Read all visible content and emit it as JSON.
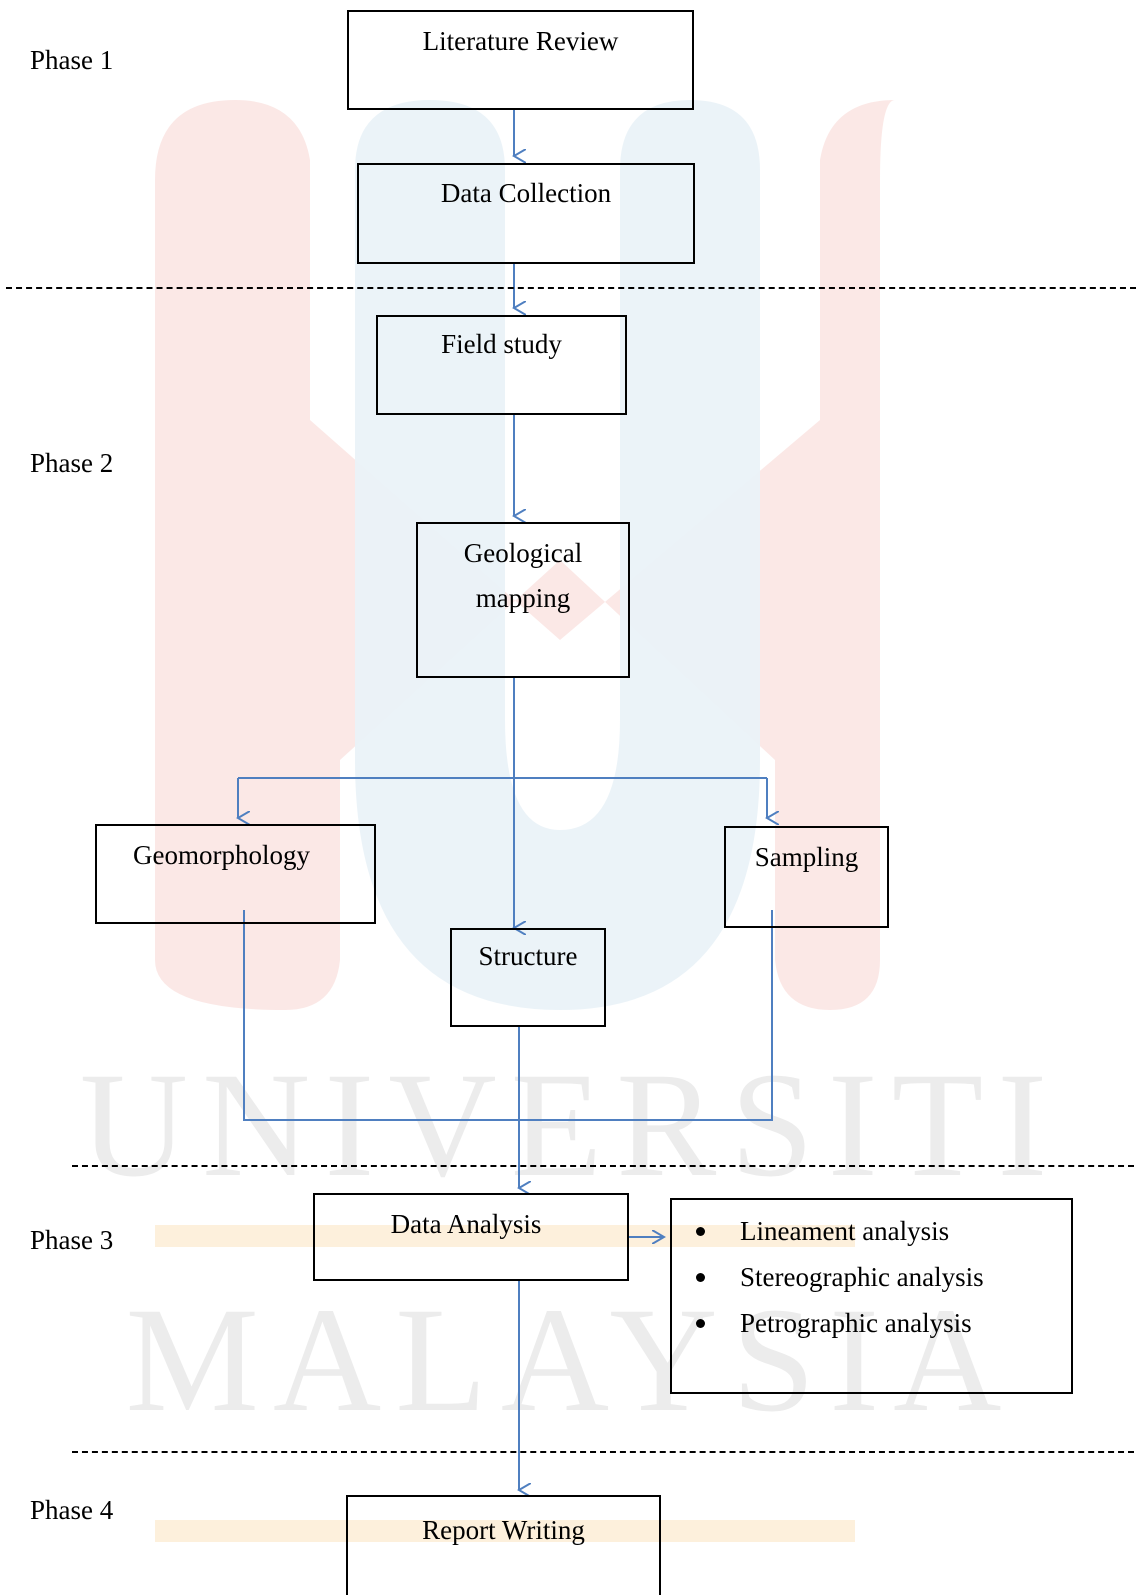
{
  "phases": {
    "p1": "Phase 1",
    "p2": "Phase 2",
    "p3": "Phase 3",
    "p4": "Phase 4"
  },
  "boxes": {
    "literature_review": "Literature Review",
    "data_collection": "Data Collection",
    "field_study": "Field study",
    "geological_mapping_line1": "Geological",
    "geological_mapping_line2": "mapping",
    "geomorphology": "Geomorphology",
    "sampling": "Sampling",
    "structure": "Structure",
    "data_analysis": "Data Analysis",
    "report_writing": "Report Writing"
  },
  "analysis_list": [
    "Lineament analysis",
    "Stereographic analysis",
    "Petrographic analysis"
  ],
  "watermark": {
    "line1": "UNIVERSITI",
    "line2": "MALAYSIA"
  },
  "colors": {
    "arrow": "#4f7fc0",
    "watermark_red": "#fbe5e3",
    "watermark_blue": "#eaf2f8",
    "watermark_orange": "#fdf0dc"
  }
}
